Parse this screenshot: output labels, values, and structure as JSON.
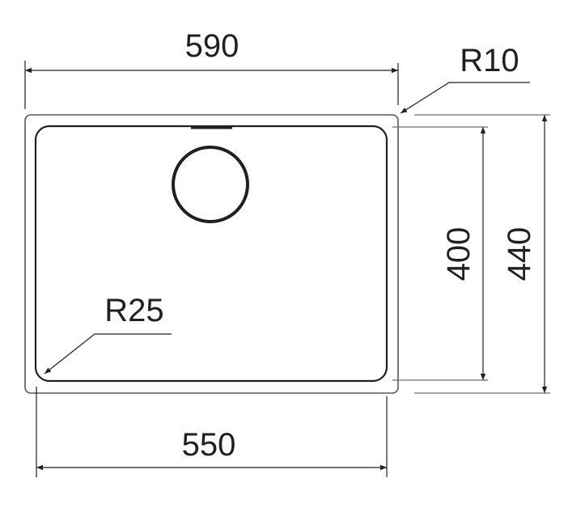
{
  "drawing": {
    "overall_width": "590",
    "overall_depth": "440",
    "bowl_width": "550",
    "bowl_depth": "400",
    "outer_radius": "R10",
    "bowl_radius": "R25"
  },
  "colors": {
    "line": "#231f20",
    "thin": "#6d6e71"
  }
}
